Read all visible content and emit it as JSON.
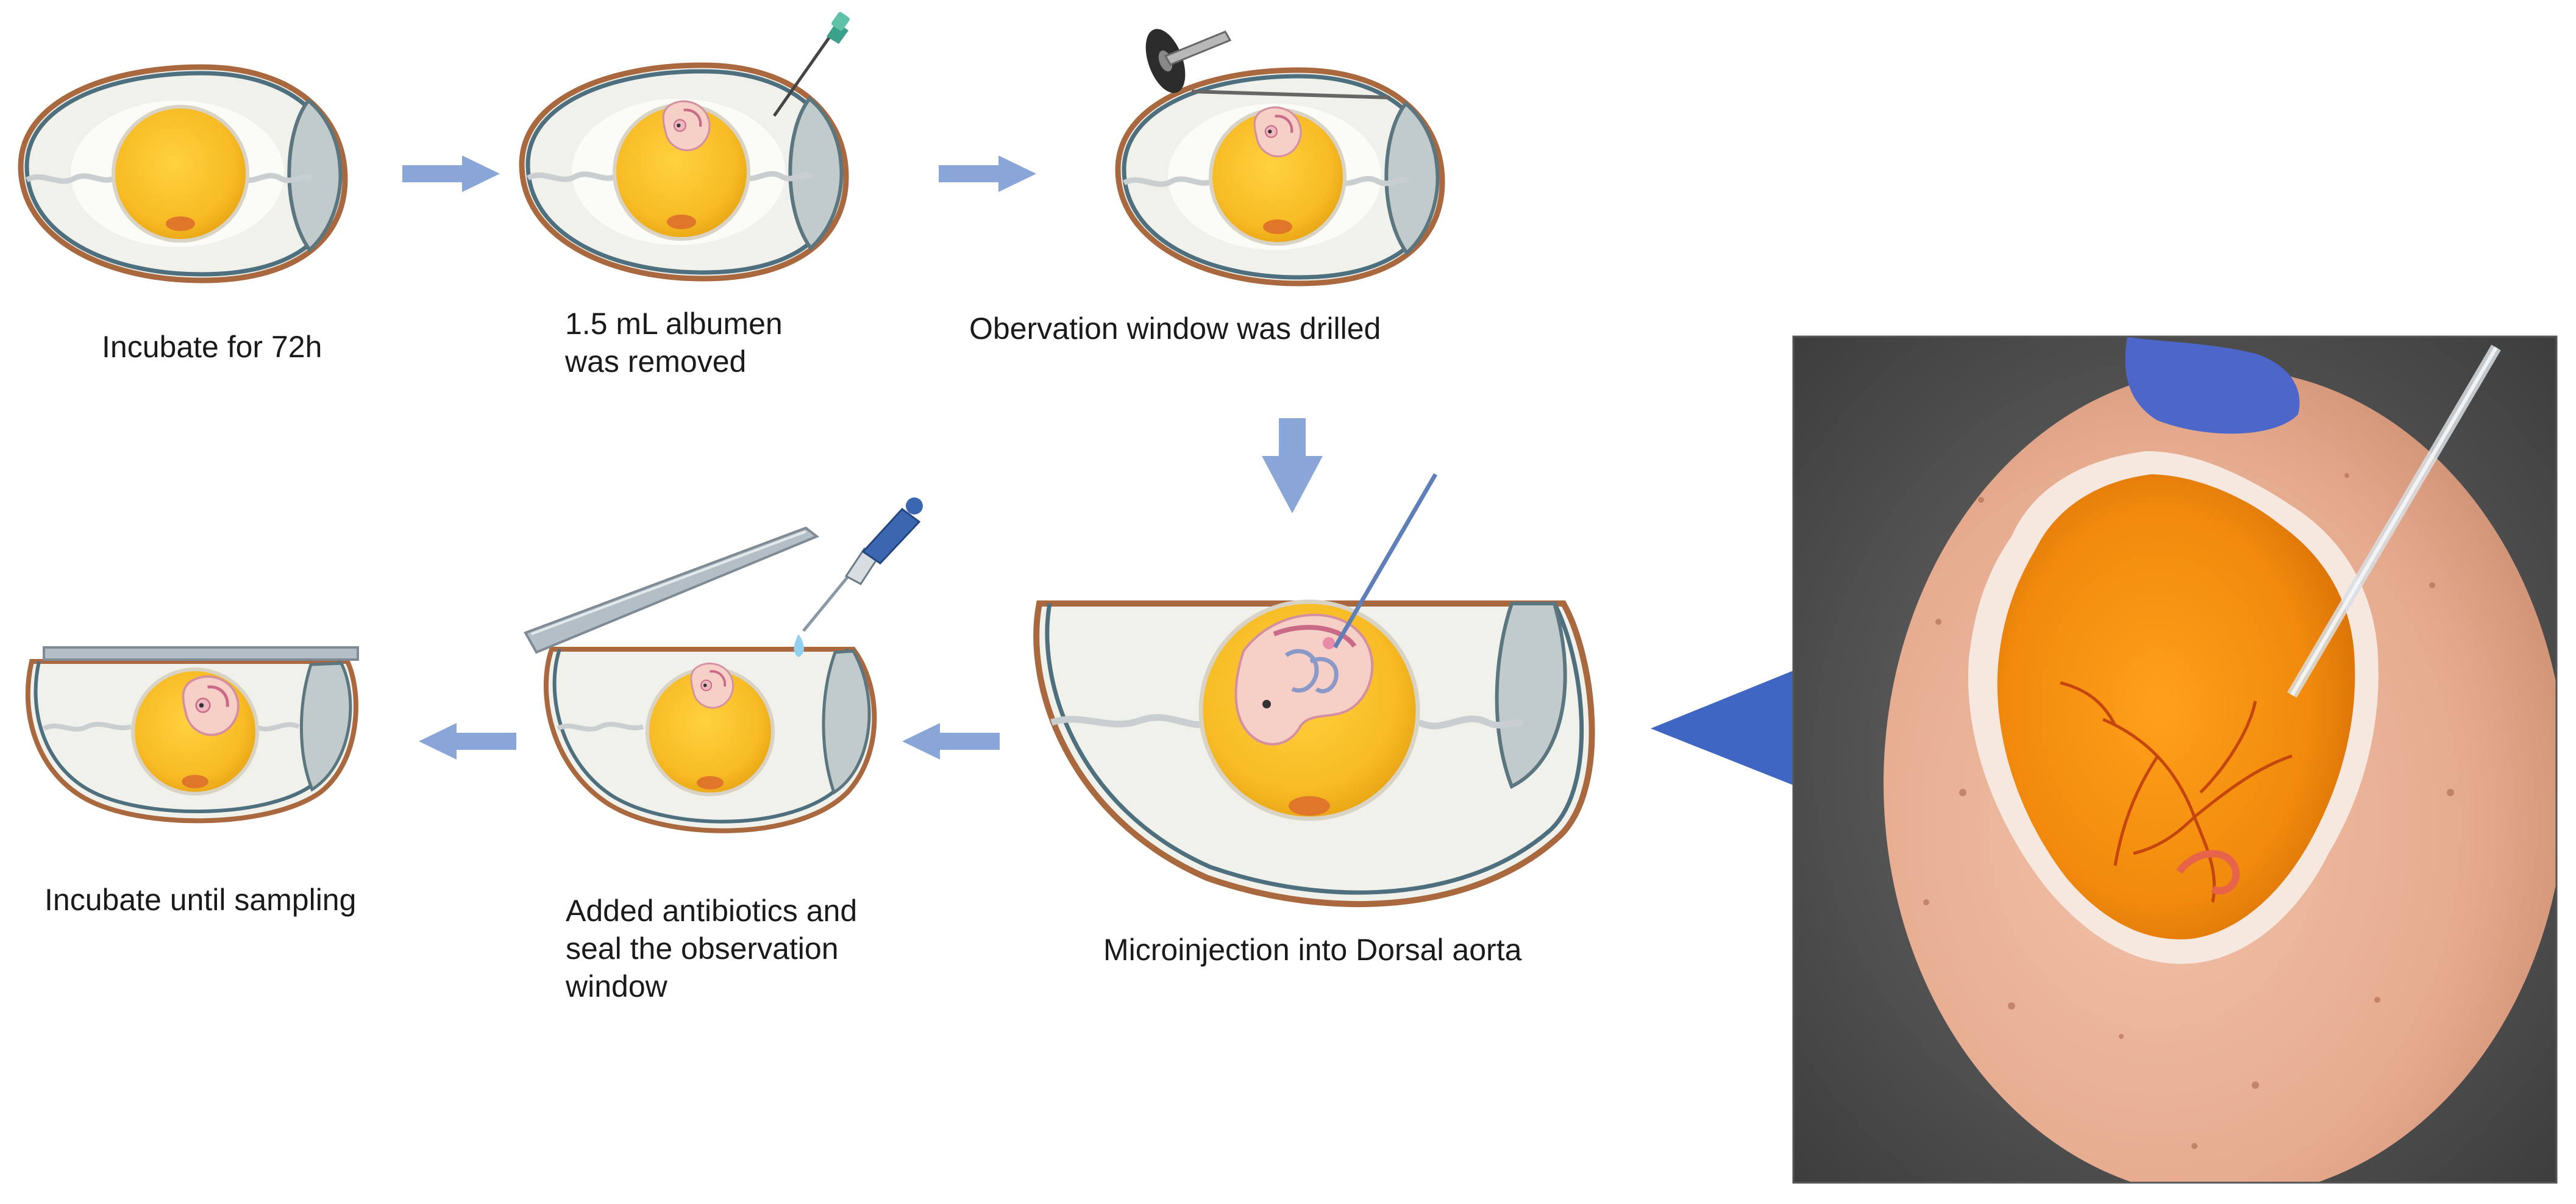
{
  "steps": [
    {
      "id": "incubate",
      "label": "Incubate for 72h"
    },
    {
      "id": "albumen",
      "label": "1.5 mL albumen\nwas removed"
    },
    {
      "id": "drill",
      "label": "Obervation window was drilled"
    },
    {
      "id": "microinjection",
      "label": "Microinjection into Dorsal aorta"
    },
    {
      "id": "seal",
      "label": "Added antibiotics and\nseal the observation\nwindow"
    },
    {
      "id": "sampling",
      "label": "Incubate until sampling"
    }
  ],
  "colors": {
    "shell": "#a9683e",
    "albumen": "#f1f1ec",
    "yolk": "#f8be2c",
    "embryo": "#f6cfc6",
    "arrow": "#8aa6d8",
    "pointer": "#4066c4",
    "aircell": "#c2cbcb"
  }
}
